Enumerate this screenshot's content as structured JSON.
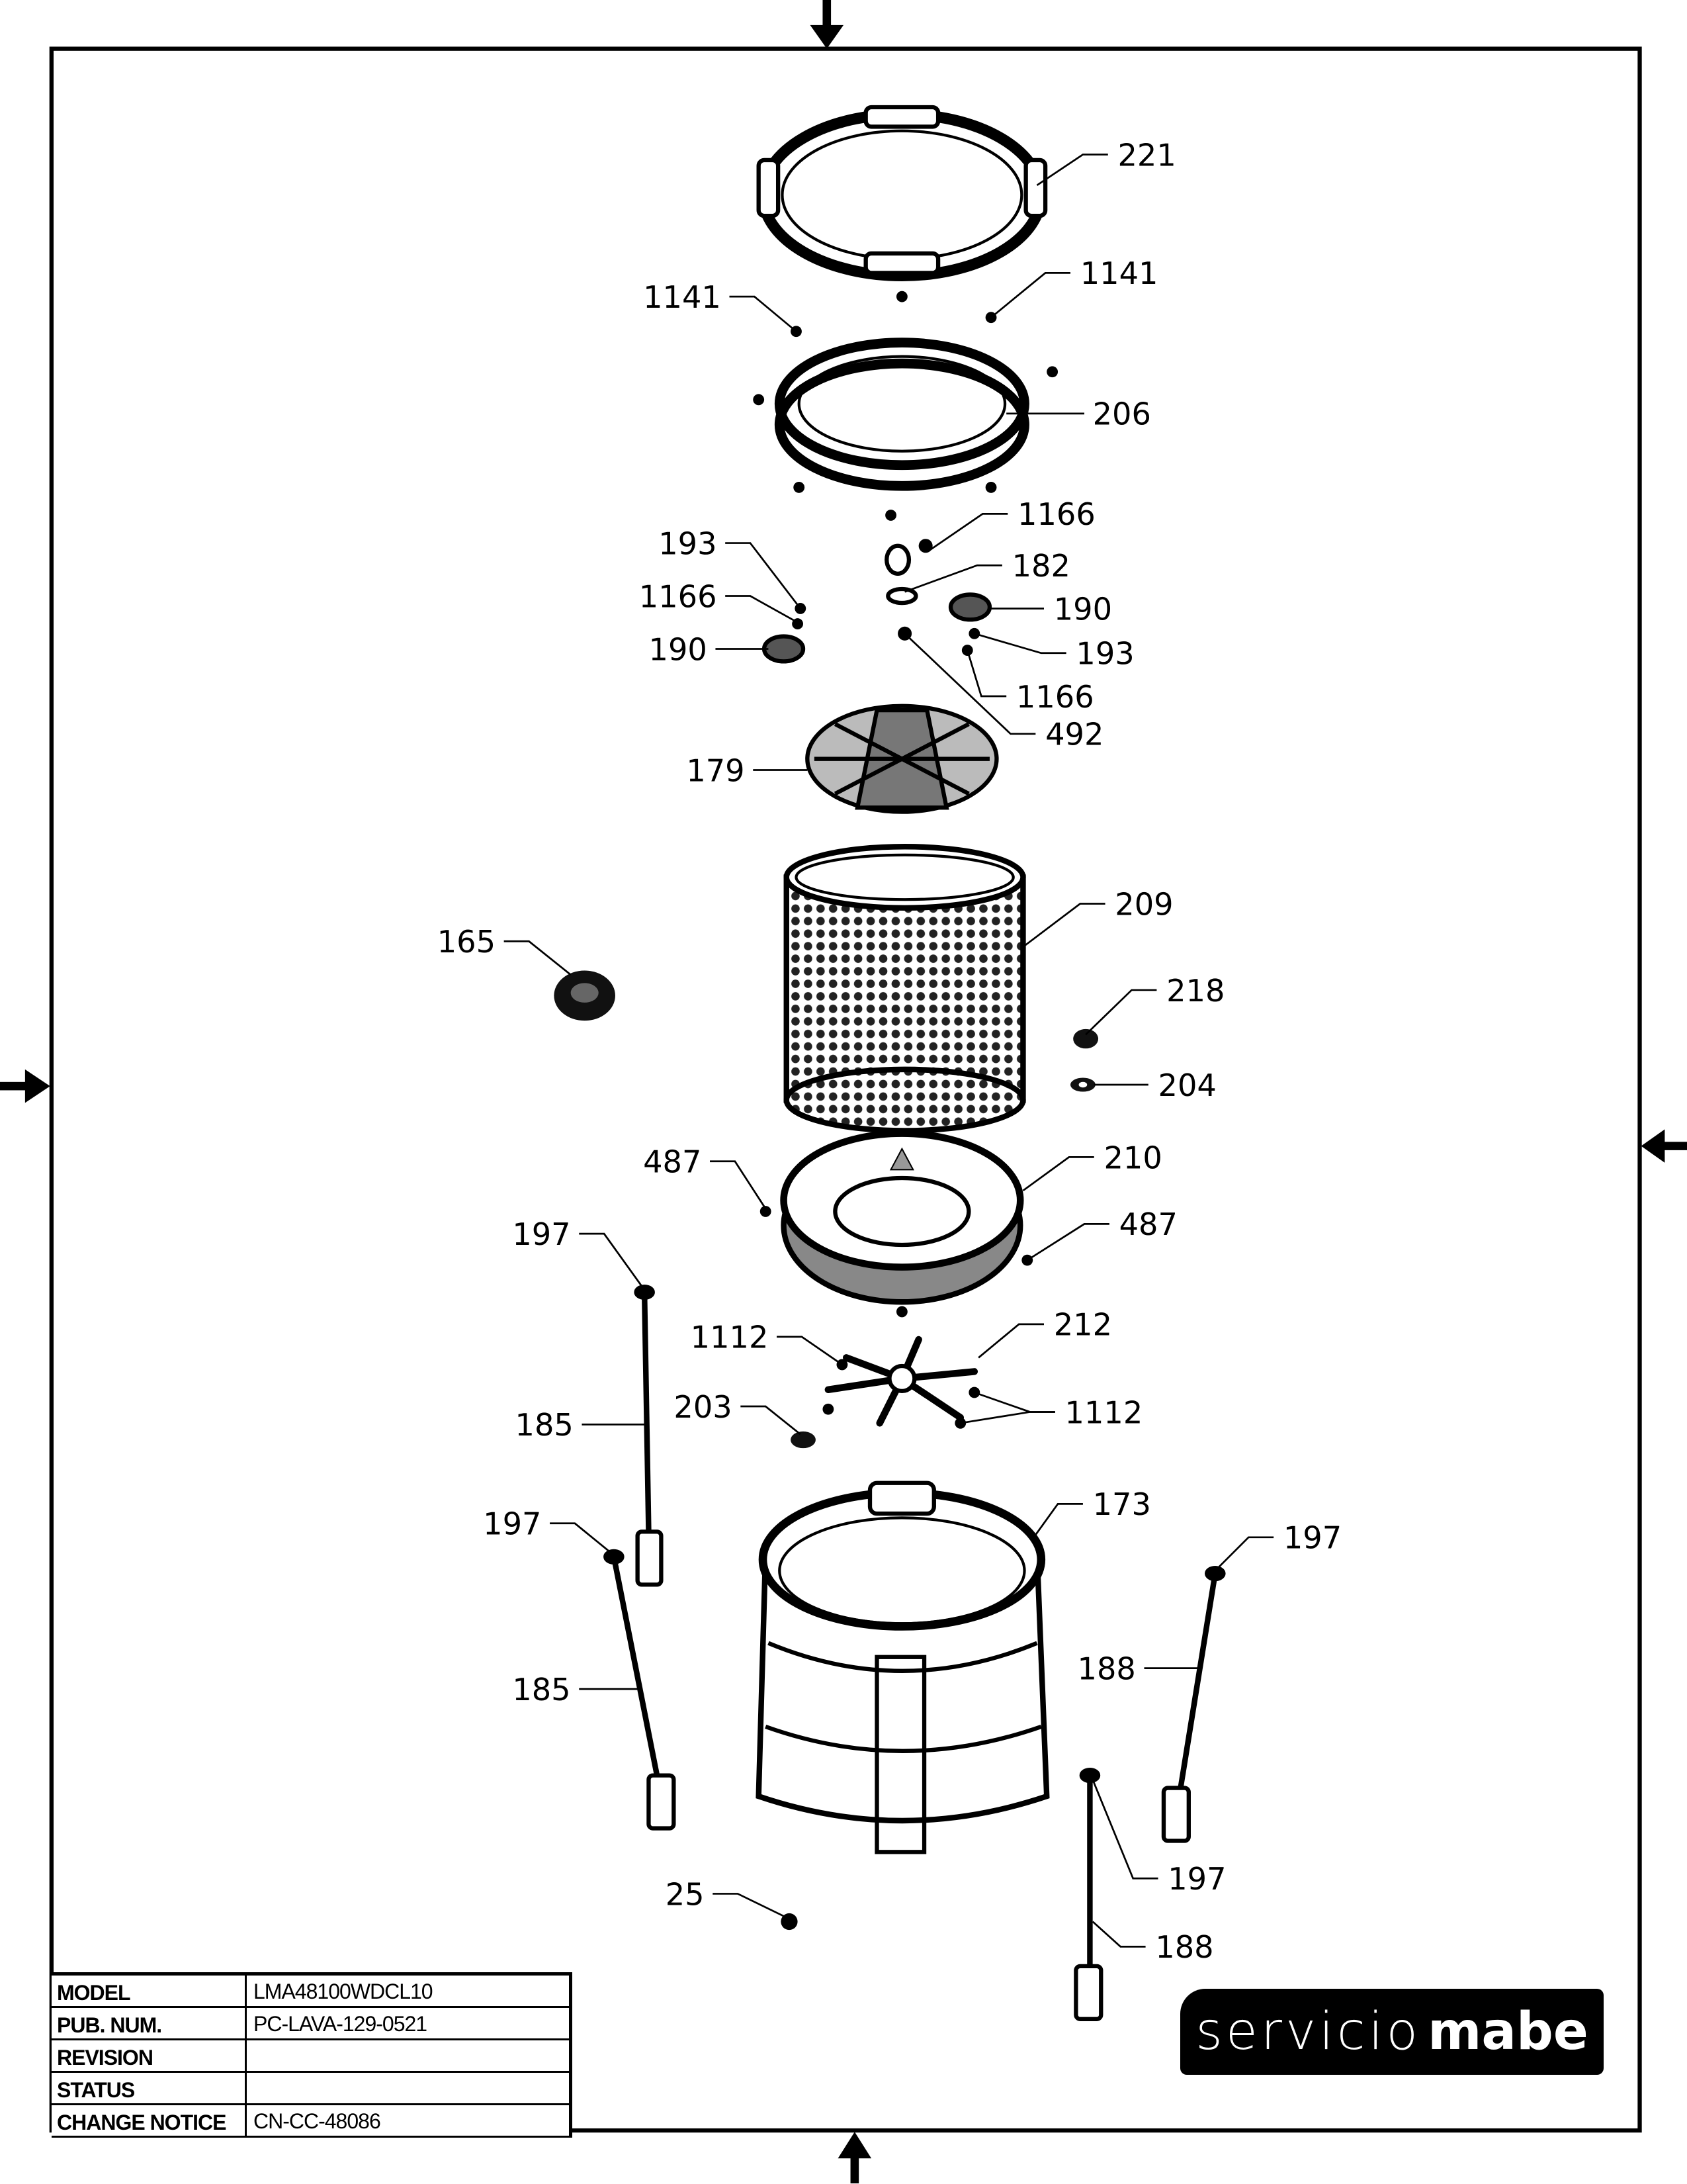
{
  "callouts": [
    "221",
    "1141",
    "1141",
    "206",
    "1166",
    "182",
    "193",
    "1166",
    "190",
    "190",
    "193",
    "1166",
    "492",
    "179",
    "209",
    "165",
    "218",
    "204",
    "487",
    "210",
    "487",
    "197",
    "1112",
    "212",
    "203",
    "1112",
    "185",
    "173",
    "197",
    "197",
    "188",
    "185",
    "197",
    "25",
    "188"
  ],
  "title_block": {
    "rows": [
      {
        "label": "MODEL",
        "value": "LMA48100WDCL10"
      },
      {
        "label": "PUB. NUM.",
        "value": "PC-LAVA-129-0521"
      },
      {
        "label": "REVISION",
        "value": ""
      },
      {
        "label": "STATUS",
        "value": ""
      },
      {
        "label": "CHANGE NOTICE",
        "value": "CN-CC-48086"
      }
    ]
  },
  "logo": {
    "light": "servicio",
    "bold": "mabe"
  }
}
